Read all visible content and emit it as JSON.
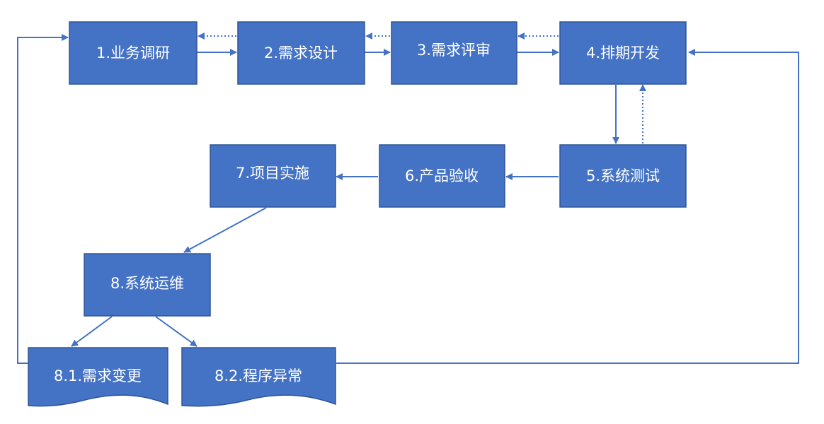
{
  "diagram": {
    "colors": {
      "node_fill": "#4472C4",
      "node_border": "#2F5597",
      "arrow": "#4472C4",
      "text": "#FFFFFF"
    },
    "nodes": {
      "n1": "1.业务调研",
      "n2": "2.需求设计",
      "n3": "3.需求评审",
      "n4": "4.排期开发",
      "n5": "5.系统测试",
      "n6": "6.产品验收",
      "n7": "7.项目实施",
      "n8": "8.系统运维",
      "n81": "8.1.需求变更",
      "n82": "8.2.程序异常"
    }
  }
}
